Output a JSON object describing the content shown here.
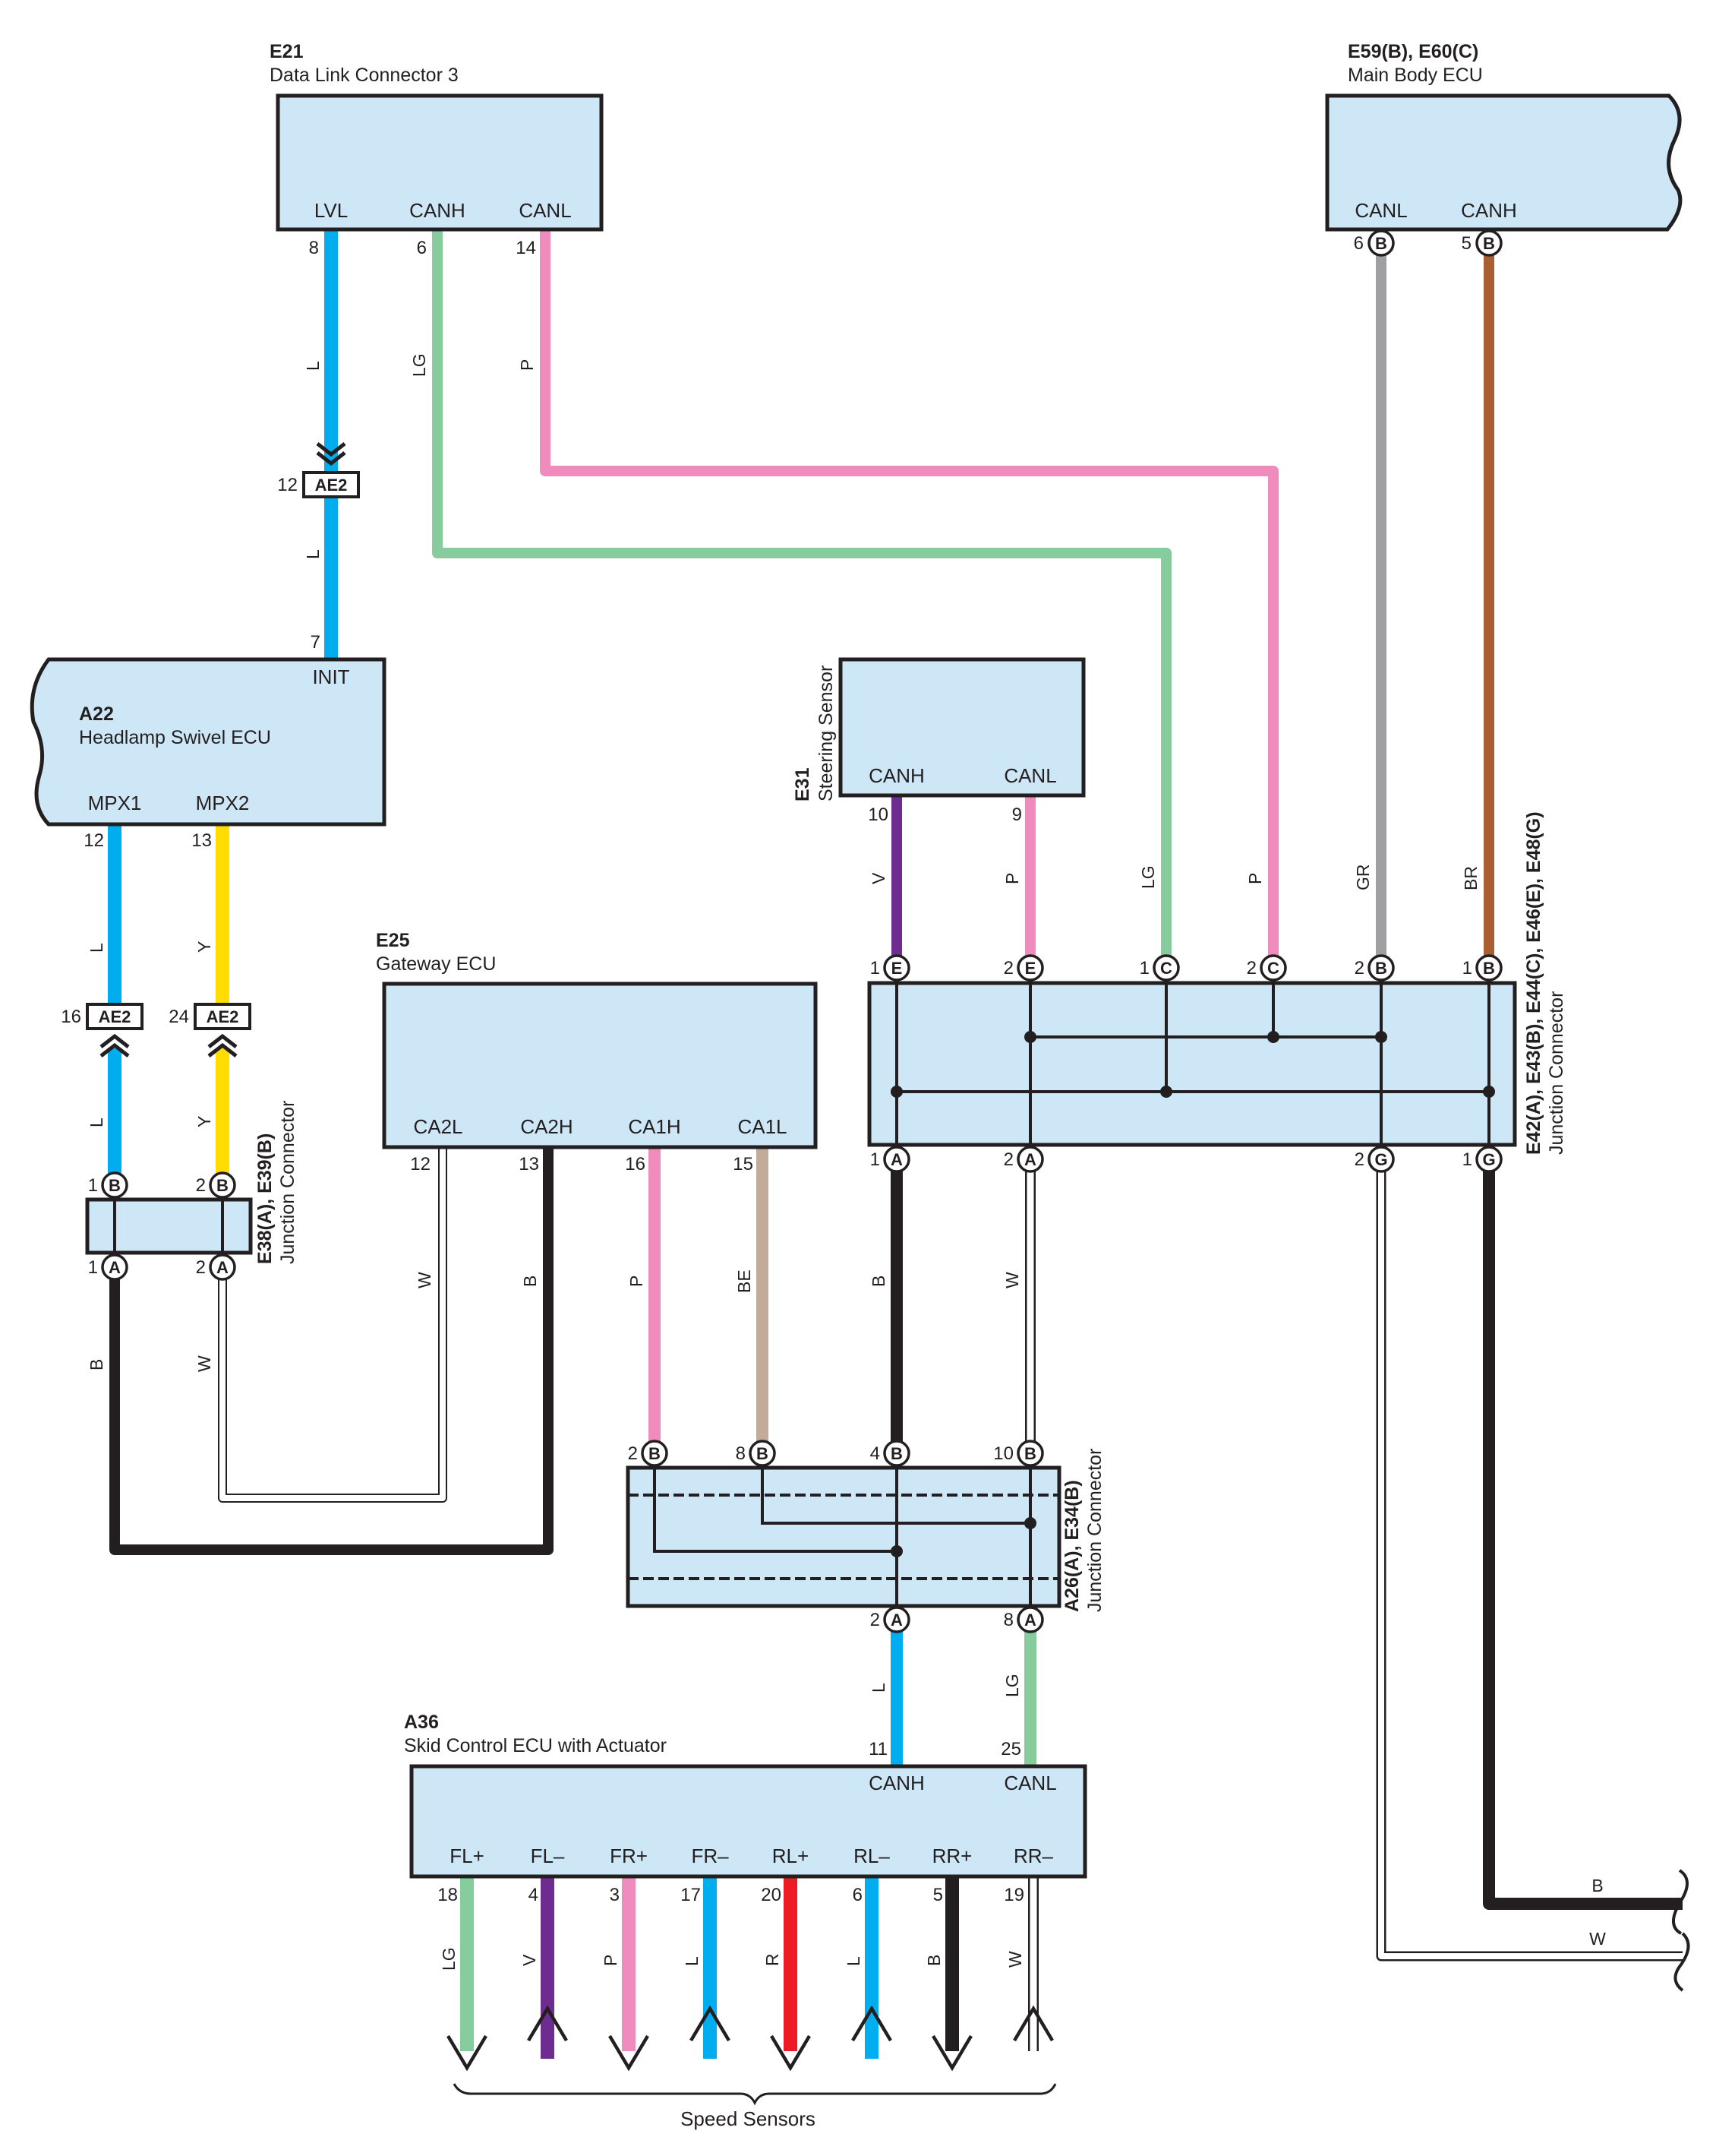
{
  "components": {
    "e21": {
      "code": "E21",
      "name": "Data Link Connector 3",
      "pins": [
        "LVL",
        "CANH",
        "CANL"
      ]
    },
    "e59": {
      "code": "E59(B), E60(C)",
      "name": "Main Body ECU",
      "pins": [
        "CANL",
        "CANH"
      ]
    },
    "a22": {
      "code": "A22",
      "name": "Headlamp Swivel ECU",
      "pins": [
        "INIT",
        "MPX1",
        "MPX2"
      ]
    },
    "e31": {
      "code": "E31",
      "name": "Steering Sensor",
      "pins": [
        "CANH",
        "CANL"
      ]
    },
    "e25": {
      "code": "E25",
      "name": "Gateway ECU",
      "pins": [
        "CA2L",
        "CA2H",
        "CA1H",
        "CA1L"
      ]
    },
    "a36": {
      "code": "A36",
      "name": "Skid Control ECU with Actuator",
      "pins": [
        "CANH",
        "CANL",
        "FL+",
        "FL–",
        "FR+",
        "FR–",
        "RL+",
        "RL–",
        "RR+",
        "RR–"
      ]
    },
    "j_e42": {
      "code": "E42(A), E43(B), E44(C), E46(E), E48(G)",
      "name": "Junction Connector"
    },
    "j_e38": {
      "code": "E38(A), E39(B)",
      "name": "Junction Connector"
    },
    "j_a26": {
      "code": "A26(A), E34(B)",
      "name": "Junction Connector"
    }
  },
  "inline_connector": "AE2",
  "speed_sensors_label": "Speed Sensors",
  "pin_numbers": [
    "8",
    "6",
    "14",
    "6",
    "5",
    "12",
    "7",
    "12",
    "13",
    "16",
    "24",
    "1",
    "2",
    "1",
    "2",
    "10",
    "9",
    "1",
    "2",
    "1",
    "2",
    "2",
    "1",
    "1",
    "2",
    "2",
    "1",
    "12",
    "13",
    "16",
    "15",
    "2",
    "8",
    "4",
    "10",
    "2",
    "8",
    "11",
    "25",
    "18",
    "4",
    "3",
    "17",
    "20",
    "6",
    "5",
    "19"
  ],
  "connector_letters": [
    "A",
    "B",
    "C",
    "E",
    "G"
  ],
  "wire_colors": [
    "L",
    "LG",
    "P",
    "GR",
    "BR",
    "Y",
    "V",
    "B",
    "W",
    "BE",
    "R"
  ],
  "legend_colors": {
    "L": "#00aeef",
    "LG": "#86cc9c",
    "P": "#f08bbd",
    "GR": "#a0a0a2",
    "BR": "#a85f34",
    "Y": "#ffdd00",
    "V": "#6e2c91",
    "B": "#231f20",
    "BE": "#c3ab9a",
    "R": "#ed1c24",
    "box": "#cde7f7"
  },
  "icons": [
    "arrow-up-icon",
    "arrow-down-icon",
    "chevron-icon",
    "connector-circle-icon"
  ]
}
